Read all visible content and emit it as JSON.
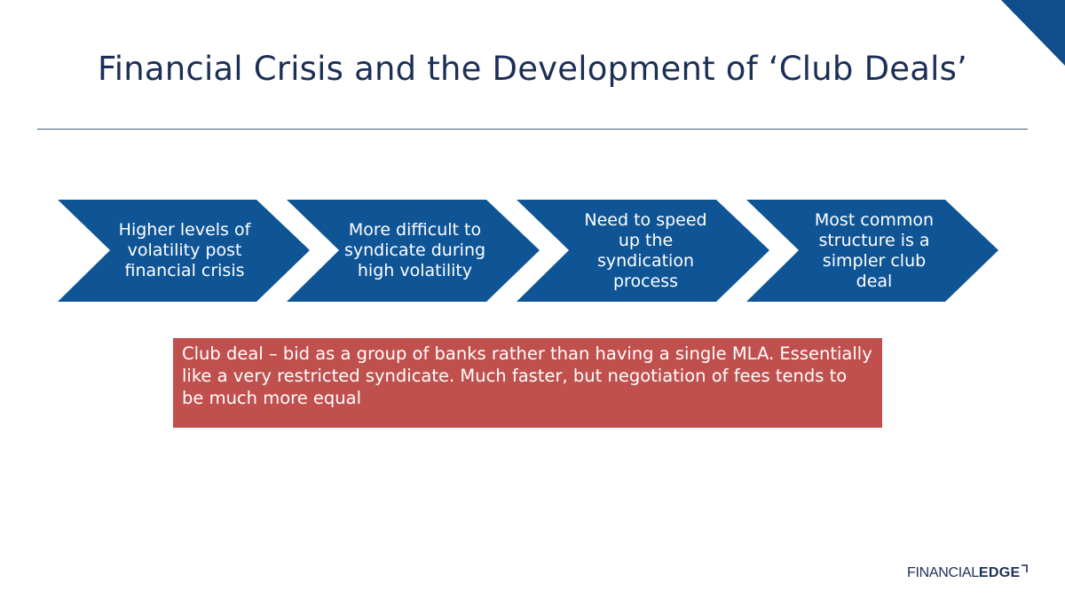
{
  "slide": {
    "title": "Financial Crisis and the Development of ‘Club Deals’"
  },
  "process": {
    "steps": [
      {
        "label": "Higher levels of volatility post financial crisis"
      },
      {
        "label": "More difficult to syndicate during high volatility"
      },
      {
        "label": "Need to speed up the syndication process"
      },
      {
        "label": "Most common structure is a simpler club deal"
      }
    ],
    "fill_color": "#0f5596"
  },
  "note": {
    "text": "Club deal – bid as a group of banks rather than having a single MLA. Essentially like a very restricted syndicate. Much faster, but negotiation of fees tends to be much more equal",
    "color": "#c0504d"
  },
  "brand": {
    "logo_part1": "FINANCIAL",
    "logo_part2": "EDGE",
    "primary_color": "#1c2f57"
  }
}
